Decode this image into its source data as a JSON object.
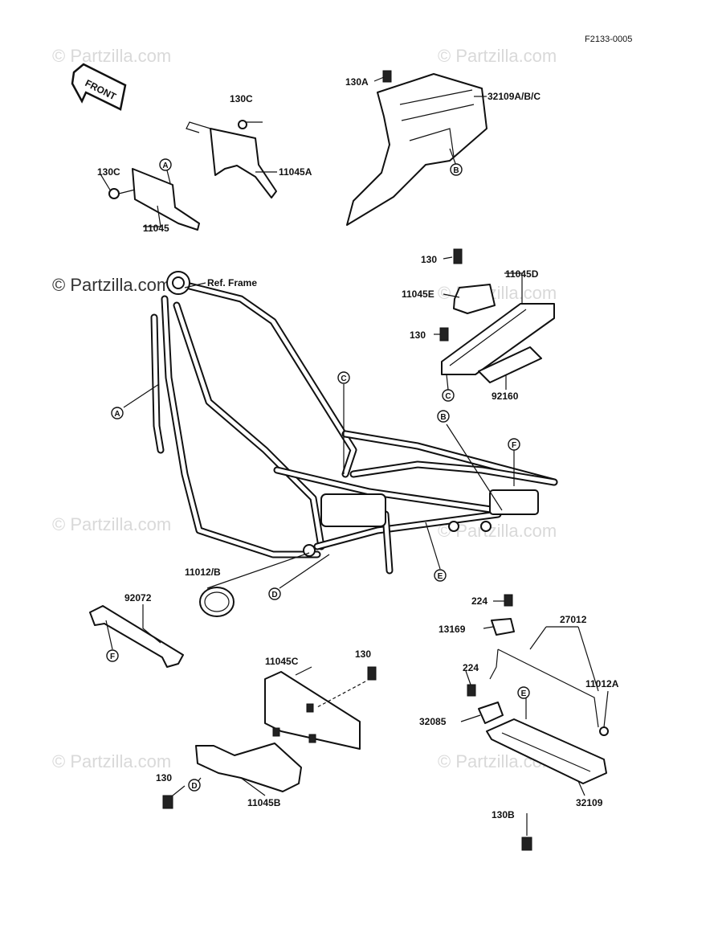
{
  "diagram_code": "F2133-0005",
  "watermark": "© Partzilla.com",
  "watermark_main": "© Partzilla.com",
  "front_arrow": "FRONT",
  "ref_frame": "Ref. Frame",
  "parts": {
    "p130C_a": "130C",
    "p130C_b": "130C",
    "p11045A": "11045A",
    "p11045": "11045",
    "p130A": "130A",
    "p32109ABC": "32109A/B/C",
    "p130_a": "130",
    "p11045D": "11045D",
    "p11045E": "11045E",
    "p130_b": "130",
    "p92160": "92160",
    "p11012B": "11012/B",
    "p92072": "92072",
    "p224_a": "224",
    "p13169": "13169",
    "p27012": "27012",
    "p130_c": "130",
    "p11045C": "11045C",
    "p224_b": "224",
    "p11012A": "11012A",
    "p32085": "32085",
    "p130_d": "130",
    "p11045B": "11045B",
    "p32109": "32109",
    "p130B": "130B"
  },
  "callouts": {
    "A1": "A",
    "A2": "A",
    "B1": "B",
    "B2": "B",
    "C1": "C",
    "C2": "C",
    "D1": "D",
    "D2": "D",
    "E1": "E",
    "E2": "E",
    "F1": "F",
    "F2": "F"
  }
}
